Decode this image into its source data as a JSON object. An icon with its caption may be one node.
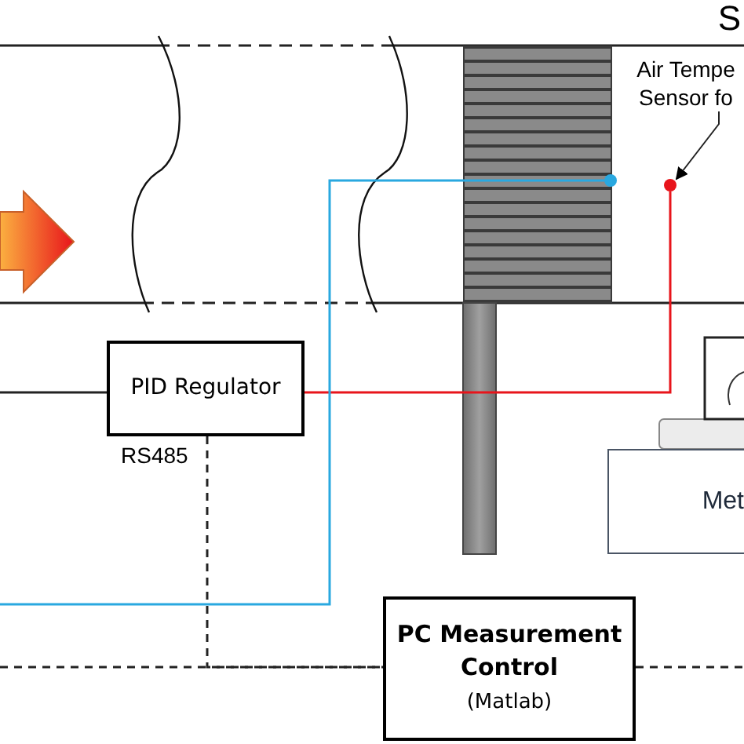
{
  "diagram": {
    "nodes": [
      {
        "text": [
          "PID Regulator"
        ],
        "beside": [
          "RS485"
        ]
      },
      {
        "text": [
          "PC Measurement Control",
          "(Matlab)"
        ]
      },
      {
        "text": [
          "Air Tempe Sensor fo"
        ]
      },
      {
        "text": [],
        "shape": "circle"
      },
      {
        "text": [],
        "shape": "circle"
      },
      {
        "text": [
          "Met"
        ]
      }
    ],
    "edges": [
      {
        "from": null,
        "to": 0,
        "arrow": "none"
      },
      {
        "from": 0,
        "to": 4,
        "arrow": "none",
        "color": "#e8141b"
      },
      {
        "from": 3,
        "to": null,
        "arrow": "none",
        "color": "#29a8e0"
      },
      {
        "from": 0,
        "to": 1,
        "arrow": "none",
        "style": "dashed"
      },
      {
        "from": null,
        "to": 1,
        "arrow": "none",
        "style": "dashed"
      },
      {
        "from": 1,
        "to": null,
        "arrow": "none",
        "style": "dashed"
      },
      {
        "from": 2,
        "to": 4,
        "arrow": "to"
      }
    ],
    "labels": [
      "S"
    ]
  }
}
